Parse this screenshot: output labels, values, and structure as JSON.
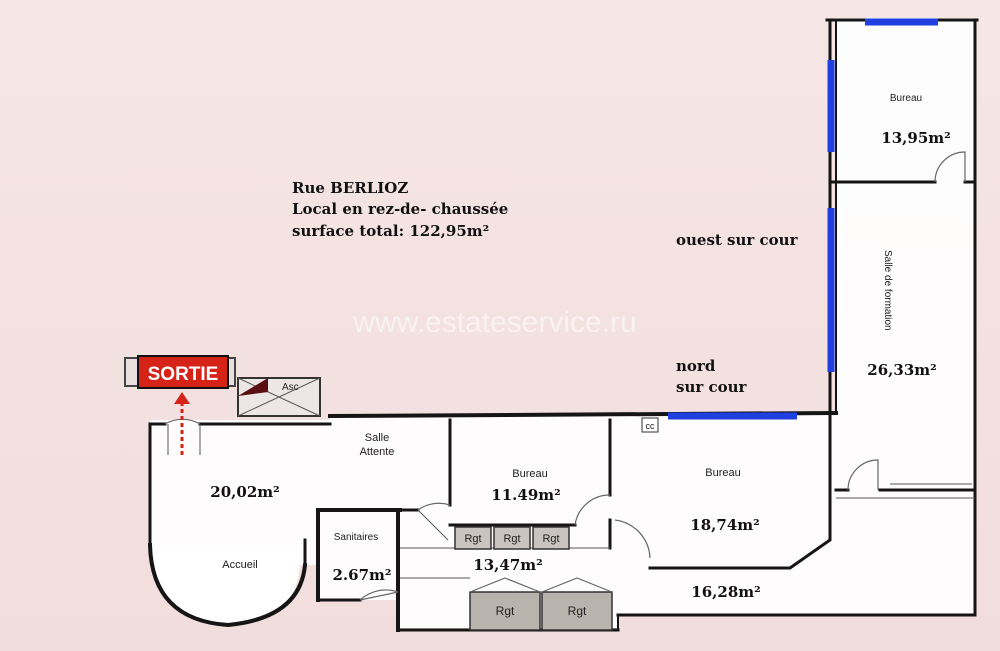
{
  "header": {
    "street": "Rue BERLIOZ",
    "description": "Local en rez-de- chaussée",
    "total_surface": "surface total: 122,95m²"
  },
  "watermark": "www.estateservice.ru",
  "orientation": {
    "west": "ouest sur cour",
    "north_line1": "nord",
    "north_line2": "sur cour"
  },
  "exit": {
    "label": "SORTIE",
    "color": "#d62318"
  },
  "labels": {
    "asc": "Asc",
    "cc": "cc"
  },
  "rooms": {
    "bureau_top": {
      "name": "Bureau",
      "area": "13,95m²"
    },
    "formation": {
      "name": "Salle de formation",
      "area": "26,33m²"
    },
    "salle_attente": {
      "name_line1": "Salle",
      "name_line2": "Attente"
    },
    "accueil": {
      "name": "Accueil",
      "area": "20,02m²"
    },
    "bureau_mid": {
      "name": "Bureau",
      "area": "11.49m²"
    },
    "bureau_right": {
      "name": "Bureau",
      "area": "18,74m²"
    },
    "sanitaires": {
      "name": "Sanitaires",
      "area": "2.67m²"
    },
    "corridor": {
      "area": "13,47m²"
    },
    "bottom_right": {
      "area": "16,28m²"
    },
    "storage": [
      "Rgt",
      "Rgt",
      "Rgt",
      "Rgt",
      "Rgt"
    ]
  },
  "colors": {
    "background": "#f5e4e4",
    "window": "#1f3fe0",
    "wall": "#151515",
    "storage": "#b9b3ad"
  }
}
